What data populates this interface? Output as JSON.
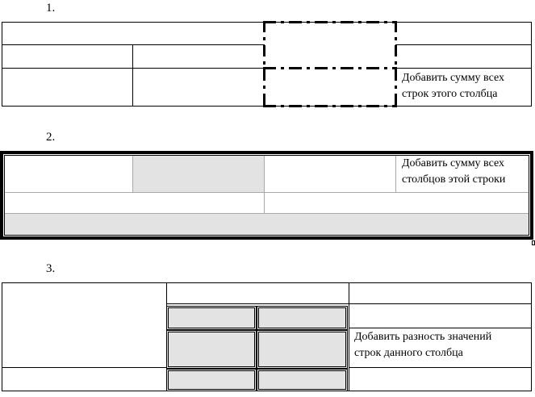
{
  "sections": [
    {
      "number": "1.",
      "note_line1": "Добавить сумму всех",
      "note_line2": "строк этого столбца"
    },
    {
      "number": "2.",
      "note_line1": "Добавить сумму всех",
      "note_line2": "столбцов этой строки"
    },
    {
      "number": "3.",
      "note_line1": "Добавить разность значений",
      "note_line2": "строк данного столбца"
    }
  ]
}
